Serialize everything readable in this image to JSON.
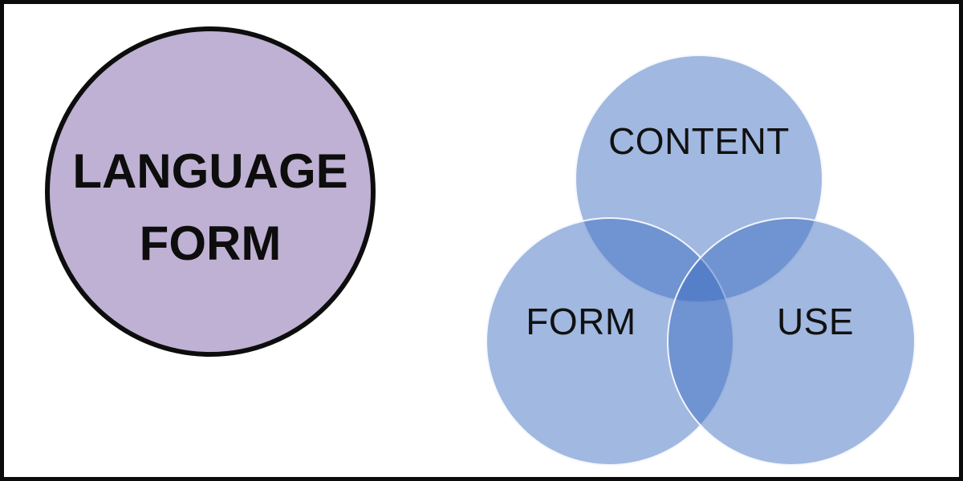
{
  "canvas": {
    "background": "#ffffff",
    "frame_color": "#0b0b0b"
  },
  "language_circle": {
    "fill": "#bfb1d3",
    "outline": "#0d0d0d",
    "label_line1": "LANGUAGE",
    "label_line2": "FORM"
  },
  "venn": {
    "circle_fill": "rgba(59,107,192,0.48)",
    "circle_outline": "rgba(255,255,255,0.9)",
    "overlap_color_double": "#7093d1",
    "overlap_color_triple": "#5f85cd",
    "circles": [
      {
        "id": "content",
        "label": "CONTENT"
      },
      {
        "id": "form",
        "label": "FORM"
      },
      {
        "id": "use",
        "label": "USE"
      }
    ]
  }
}
